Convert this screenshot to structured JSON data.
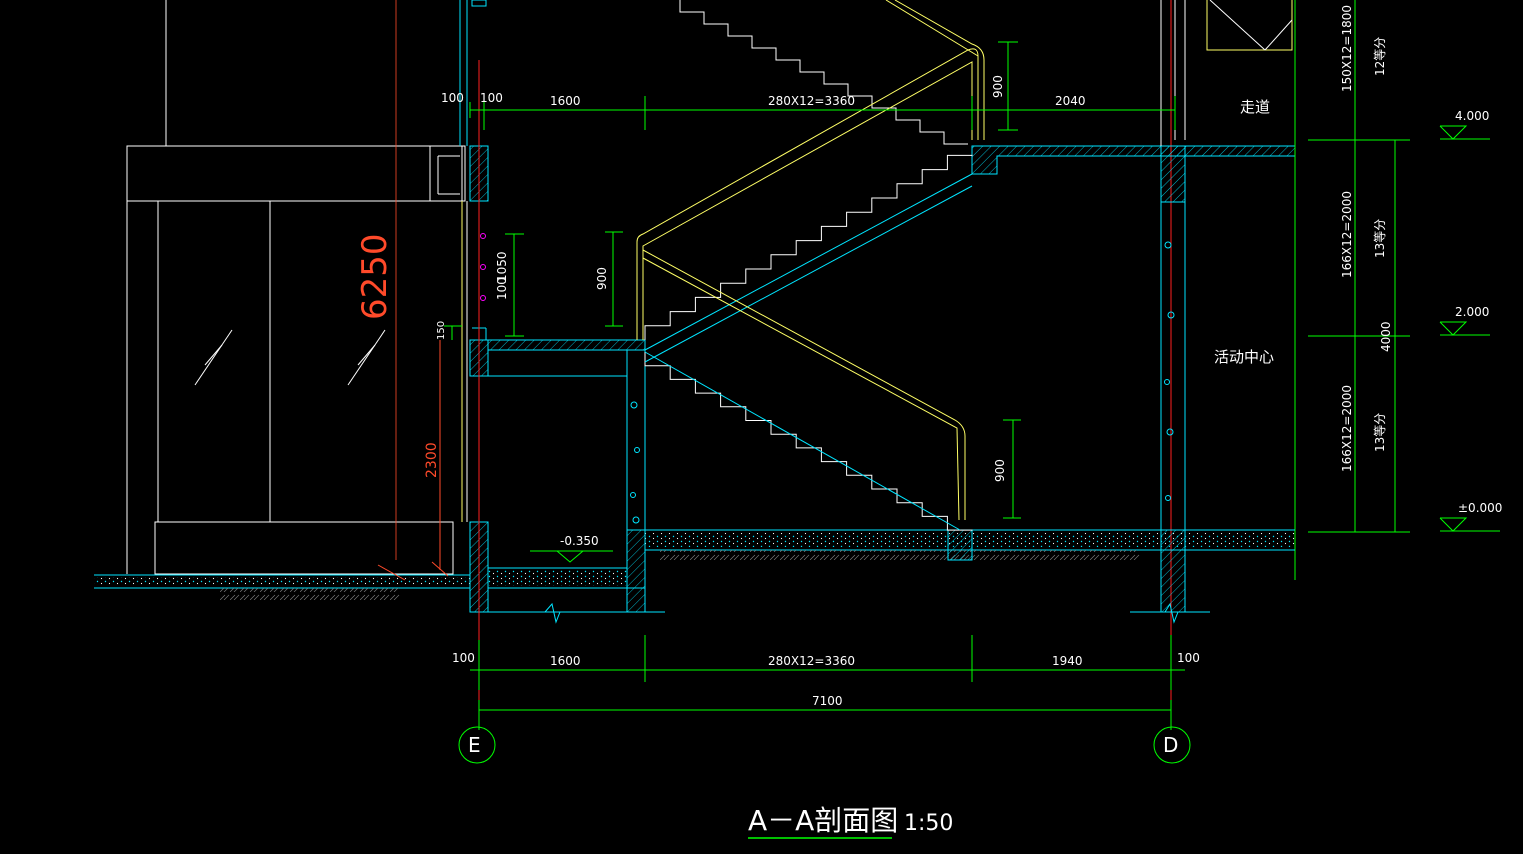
{
  "colors": {
    "background": "#000000",
    "dimension": "#00ff00",
    "structure": "#00e5ff",
    "stair": "#ffffff",
    "handrail": "#ffff66",
    "axis": "#ff2020",
    "overall_dim": "#ff4a2a",
    "text": "#ffffff",
    "marker": "#ff00ff"
  },
  "title": {
    "main": "A－A剖面图",
    "scale": "1:50"
  },
  "axes": {
    "left": "E",
    "right": "D"
  },
  "rooms": {
    "corridor": "走道",
    "activity": "活动中心"
  },
  "levels": {
    "l4000": "4.000",
    "l2000": "2.000",
    "l0": "±0.000",
    "l_neg": "-0.350"
  },
  "dims": {
    "top_100a": "100",
    "top_100b": "100",
    "top_1600": "1600",
    "top_3360": "280X12=3360",
    "top_2040": "2040",
    "bot_100a": "100",
    "bot_1600": "1600",
    "bot_3360": "280X12=3360",
    "bot_1940": "1940",
    "bot_100b": "100",
    "total_7100": "7100",
    "rail_900_top": "900",
    "rail_900_mid": "900",
    "rail_900_bot": "900",
    "h1050": "1050",
    "h100": "100",
    "h150": "150",
    "h2300": "2300",
    "h6250": "6250",
    "right_4000": "4000",
    "right_f1": "150X12=1800",
    "right_f1_eq": "12等分",
    "right_f2": "166X12=2000",
    "right_f2_eq": "13等分",
    "right_f3": "166X12=2000",
    "right_f3_eq": "13等分"
  }
}
